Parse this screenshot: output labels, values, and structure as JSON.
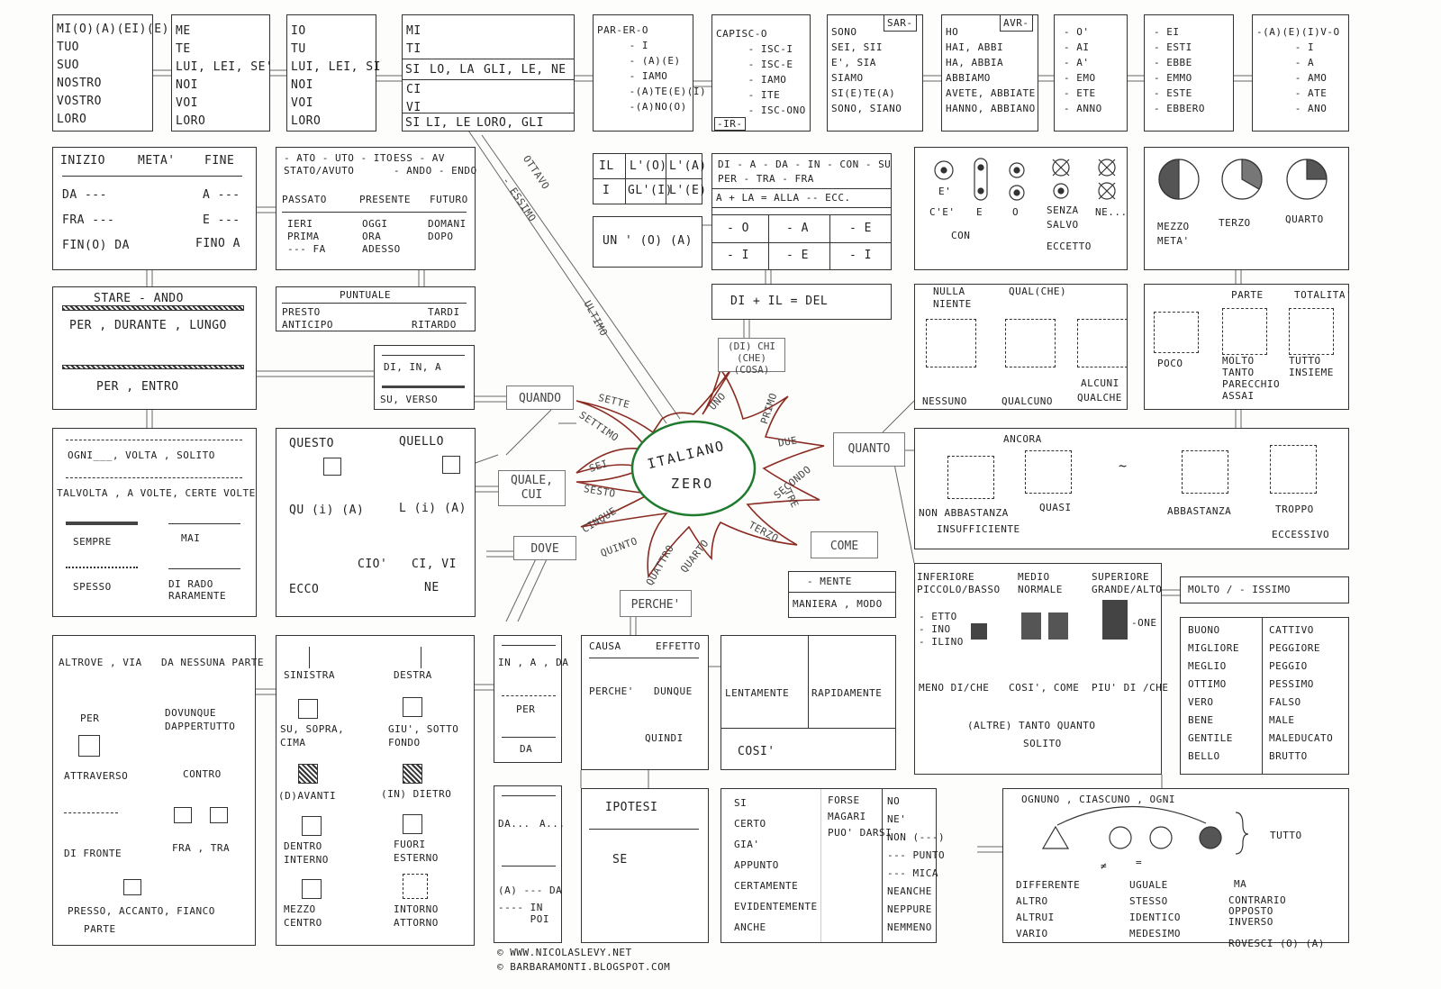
{
  "center": {
    "line1": "ITALIANO",
    "line2": "ZERO"
  },
  "colors": {
    "ink": "#333333",
    "red": "#8a2b22",
    "green": "#1f7a2e"
  },
  "hubs": {
    "quando": "QUANDO",
    "quale": "QUALE,",
    "cui": "CUI",
    "dove": "DOVE",
    "perche": "PERCHE'",
    "come": "COME",
    "quanto": "QUANTO",
    "dichi_1": "(DI) CHI",
    "dichi_2": "(CHE) (COSA)"
  },
  "rays": {
    "sette": "SETTE",
    "settimo": "SETTIMO",
    "sei": "SEI",
    "sesto": "SESTO",
    "cinque": "CINQUE",
    "quinto": "QUINTO",
    "quattro": "QUATTRO",
    "quarto": "QUARTO",
    "terzo": "TERZO",
    "tre": "TRE",
    "secondo": "SECONDO",
    "due": "DUE",
    "primo": "PRIMO",
    "uno": "UNO",
    "ottavo": "OTTAVO",
    "essimo": "- ESSIMO",
    "ultimo": "ULTIMO"
  },
  "pronouns": {
    "b1": "MI(O)(A)(EI)(E)\nTUO\nSUO\nNOSTRO\nVOSTRO\nLORO",
    "b2": "ME\nTE\nLUI, LEI, SE'\nNOI\nVOI\nLORO",
    "b3": "IO\nTU\nLUI, LEI, SI\nNOI\nVOI\nLORO",
    "b4_top": "MI\nTI",
    "b4_si": "SI",
    "b4_lo": "LO, LA",
    "b4_gli": "GLI, LE, NE",
    "b4_mid": "CI\nVI",
    "b4_si2": "SI",
    "b4_li": "LI, LE",
    "b4_loro": "LORO, GLI"
  },
  "verbs": {
    "parlare": "PAR-ER-O\n     - I\n     - (A)(E)\n     - IAMO\n     -(A)TE(E)(I)\n     -(A)NO(O)",
    "capire": "CAPISC-O\n     - ISC-I\n     - ISC-E\n     - IAMO\n     - ITE\n     - ISC-ONO",
    "capire_ir": "-IR-",
    "essere": "SONO\nSEI, SII\nE', SIA\nSIAMO\nSI(E)TE(A)\nSONO, SIANO",
    "essere_sar": "SAR-",
    "avere": "HO\nHAI, ABBI\nHA, ABBIA\nABBIAMO\nAVETE, ABBIATE\nHANNO, ABBIANO",
    "avere_avr": "AVR-",
    "fut": "- O'\n- AI\n- A'\n- EMO\n- ETE\n- ANNO",
    "pass": "- EI\n- ESTI\n- EBBE\n- EMMO\n- ESTE\n- EBBERO",
    "cond": "-(A)(E)(I)V-O\n      - I\n      - A\n      - AMO\n      - ATE\n      - ANO"
  },
  "time1": {
    "inizio": "INIZIO",
    "meta": "META'",
    "fine": "FINE",
    "da": "DA ---",
    "a": "A ---",
    "fra": "FRA ---",
    "e": "E ---",
    "finda": "FIN(O) DA",
    "finoa": "FINO A"
  },
  "time2": {
    "l1": "- ATO - UTO - ITO",
    "l2": "STATO/AVUTO",
    "l3": "ESS - AV",
    "l4": "- ANDO - ENDO",
    "passato": "PASSATO",
    "presente": "PRESENTE",
    "futuro": "FUTURO",
    "c1": "IERI\nPRIMA\n--- FA",
    "c2": "OGGI\nORA\nADESSO",
    "c3": "DOMANI\nDOPO"
  },
  "articles": {
    "il": "IL",
    "lo": "L'(O)",
    "la": "L'(A)",
    "i": "I",
    "gli": "GL'(I)",
    "le": "L'(E)",
    "un": "UN ' (O) (A)"
  },
  "prep": {
    "l1": "DI - A - DA - IN - CON - SU",
    "l2": "PER - TRA - FRA",
    "l3": "A + LA = ALLA -- ECC.",
    "o": "- O",
    "a": "- A",
    "e": "- E",
    "i": "- I",
    "e2": "- E",
    "i2": "- I"
  },
  "del": "DI + IL = DEL",
  "con": {
    "ce": "C'E'",
    "e": "E",
    "o": "O",
    "senza": "SENZA",
    "salvo": "SALVO",
    "ne": "NE...",
    "con": "CON",
    "eccetto": "ECCETTO",
    "e_acc": "E'"
  },
  "fract": {
    "mezzo": "MEZZO",
    "meta": "META'",
    "terzo": "TERZO",
    "quarto": "QUARTO"
  },
  "stare": {
    "title": "STARE - ANDO",
    "l1": "PER , DURANTE , LUNGO",
    "l2": "PER , ENTRO"
  },
  "puntuale": {
    "title": "PUNTUALE",
    "presto": "PRESTO",
    "anticipo": "ANTICIPO",
    "tardi": "TARDI",
    "ritardo": "RITARDO"
  },
  "dinia": {
    "l1": "DI, IN, A",
    "l2": "SU, VERSO"
  },
  "nulla": {
    "nulla": "NULLA",
    "niente": "NIENTE",
    "qualche": "QUAL(CHE)",
    "nessuno": "NESSUNO",
    "qualcuno": "QUALCUNO",
    "alcuni": "ALCUNI",
    "qualche2": "QUALCHE"
  },
  "parte": {
    "parte": "PARTE",
    "totalita": "TOTALITA'",
    "poco": "POCO",
    "molto": "MOLTO\nTANTO\nPARECCHIO\nASSAI",
    "tutto": "TUTTO\nINSIEME"
  },
  "freq": {
    "ogni": "OGNI___, VOLTA , SOLITO",
    "talvolta": "TALVOLTA , A VOLTE, CERTE VOLTE",
    "sempre": "SEMPRE",
    "mai": "MAI",
    "spesso": "SPESSO",
    "dirado": "DI RADO\nRARAMENTE"
  },
  "questo": {
    "questo": "QUESTO",
    "quello": "QUELLO",
    "qui": "QU (i) (A)",
    "li": "L (i) (A)",
    "cio": "CIO'",
    "civi": "CI, VI",
    "ecco": "ECCO",
    "ne": "NE"
  },
  "ancora": {
    "ancora": "ANCORA",
    "nonabb": "NON ABBASTANZA",
    "insuff": "INSUFFICIENTE",
    "quasi": "QUASI",
    "tilde": "~",
    "abbastanza": "ABBASTANZA",
    "troppo": "TROPPO",
    "eccessivo": "ECCESSIVO"
  },
  "places": {
    "altrove": "ALTROVE , VIA",
    "danessuna": "DA NESSUNA PARTE",
    "per": "PER",
    "dovunque": "DOVUNQUE\nDAPPERTUTTO",
    "attraverso": "ATTRAVERSO",
    "contro": "CONTRO",
    "difronte": "DI FRONTE",
    "fratra": "FRA , TRA",
    "presso": "PRESSO, ACCANTO, FIANCO",
    "parte": "PARTE"
  },
  "dirs": {
    "sinistra": "SINISTRA",
    "destra": "DESTRA",
    "su": "SU, SOPRA,\nCIMA",
    "giu": "GIU', SOTTO\nFONDO",
    "avanti": "(D)AVANTI",
    "dietro": "(IN) DIETRO",
    "dentro": "DENTRO\nINTERNO",
    "fuori": "FUORI\nESTERNO",
    "mezzo": "MEZZO\nCENTRO",
    "intorno": "INTORNO\nATTORNO"
  },
  "inada": {
    "l1": "IN , A , DA",
    "per": "PER",
    "da": "DA"
  },
  "causa": {
    "causa": "CAUSA",
    "effetto": "EFFETTO",
    "perche": "PERCHE'",
    "dunque": "DUNQUE",
    "quindi": "QUINDI"
  },
  "mente": {
    "mente": "- MENTE",
    "maniera": "MANIERA , MODO"
  },
  "lenta": {
    "lent": "LENTAMENTE",
    "rapid": "RAPIDAMENTE",
    "cosi": "COSI'"
  },
  "compar": {
    "inf": "INFERIORE\nPICCOLO/BASSO",
    "medio": "MEDIO\nNORMALE",
    "sup": "SUPERIORE\nGRANDE/ALTO",
    "suffix": "- ETTO\n- INO\n- ILINO",
    "one": "-ONE",
    "menodi": "MENO DI/CHE",
    "cosi": "COSI', COME",
    "piudi": "PIU' DI /CHE",
    "altre": "(ALTRE) TANTO QUANTO",
    "solito": "SOLITO"
  },
  "issimo": {
    "title": "MOLTO / - ISSIMO",
    "left": "BUONO\nMIGLIORE\nMEGLIO\nOTTIMO\nVERO\nBENE\nGENTILE\nBELLO",
    "right": "CATTIVO\nPEGGIORE\nPEGGIO\nPESSIMO\nFALSO\nMALE\nMALEDUCATO\nBRUTTO"
  },
  "dada": {
    "da": "DA...",
    "a": "A...",
    "ada": "(A) --- DA",
    "inpoi": "---- IN\n     POI"
  },
  "ipotesi": {
    "title": "IPOTESI",
    "se": "SE"
  },
  "certo": {
    "c1": "SI\nCERTO\nGIA'\nAPPUNTO\nCERTAMENTE\nEVIDENTEMENTE\nANCHE",
    "c2": "FORSE\nMAGARI\nPUO' DARSI",
    "c3": "NO\nNE'\nNON (---)\n--- PUNTO\n--- MICA\nNEANCHE\nNEPPURE\nNEMMENO"
  },
  "ognuno": {
    "title": "OGNUNO , CIASCUNO , OGNI",
    "tutto": "TUTTO",
    "neq": "≠",
    "eq": "=",
    "diff": "DIFFERENTE\nALTRO\nALTRUI\nVARIO",
    "uguale": "UGUALE\nSTESSO\nIDENTICO\nMEDESIMO",
    "ma": "MA",
    "contrario": "CONTRARIO\nOPPOSTO\nINVERSO\n\nROVESCI (O) (A)"
  },
  "credits": {
    "l1": "© WWW.NICOLASLEVY.NET",
    "l2": "© BARBARAMONTI.BLOGSPOT.COM"
  }
}
